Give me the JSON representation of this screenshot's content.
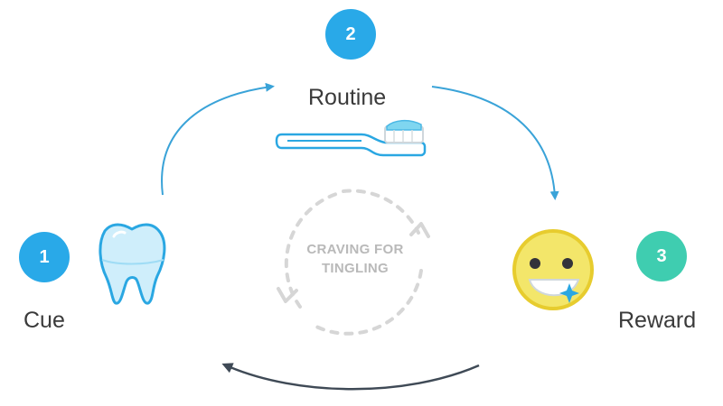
{
  "steps": [
    {
      "number": "1",
      "label": "Cue",
      "color": "#29a9e8"
    },
    {
      "number": "2",
      "label": "Routine",
      "color": "#29a9e8"
    },
    {
      "number": "3",
      "label": "Reward",
      "color": "#3fcdb0"
    }
  ],
  "craving": {
    "line1": "CRAVING FOR",
    "line2": "TINGLING"
  },
  "colors": {
    "arrow_blue": "#3aa3d8",
    "arrow_dark": "#3f4a56",
    "dashed_circle": "#d6d6d6",
    "tooth_fill": "#cfeefb",
    "tooth_stroke": "#2aa7e2",
    "smiley_fill": "#f3e66a",
    "smiley_stroke": "#e7cc2e",
    "toothbrush": "#2aa7e2",
    "sparkle": "#2aa7e2"
  },
  "icons": {
    "cue": "tooth-icon",
    "routine": "toothbrush-icon",
    "reward": "grinning-face-icon"
  }
}
